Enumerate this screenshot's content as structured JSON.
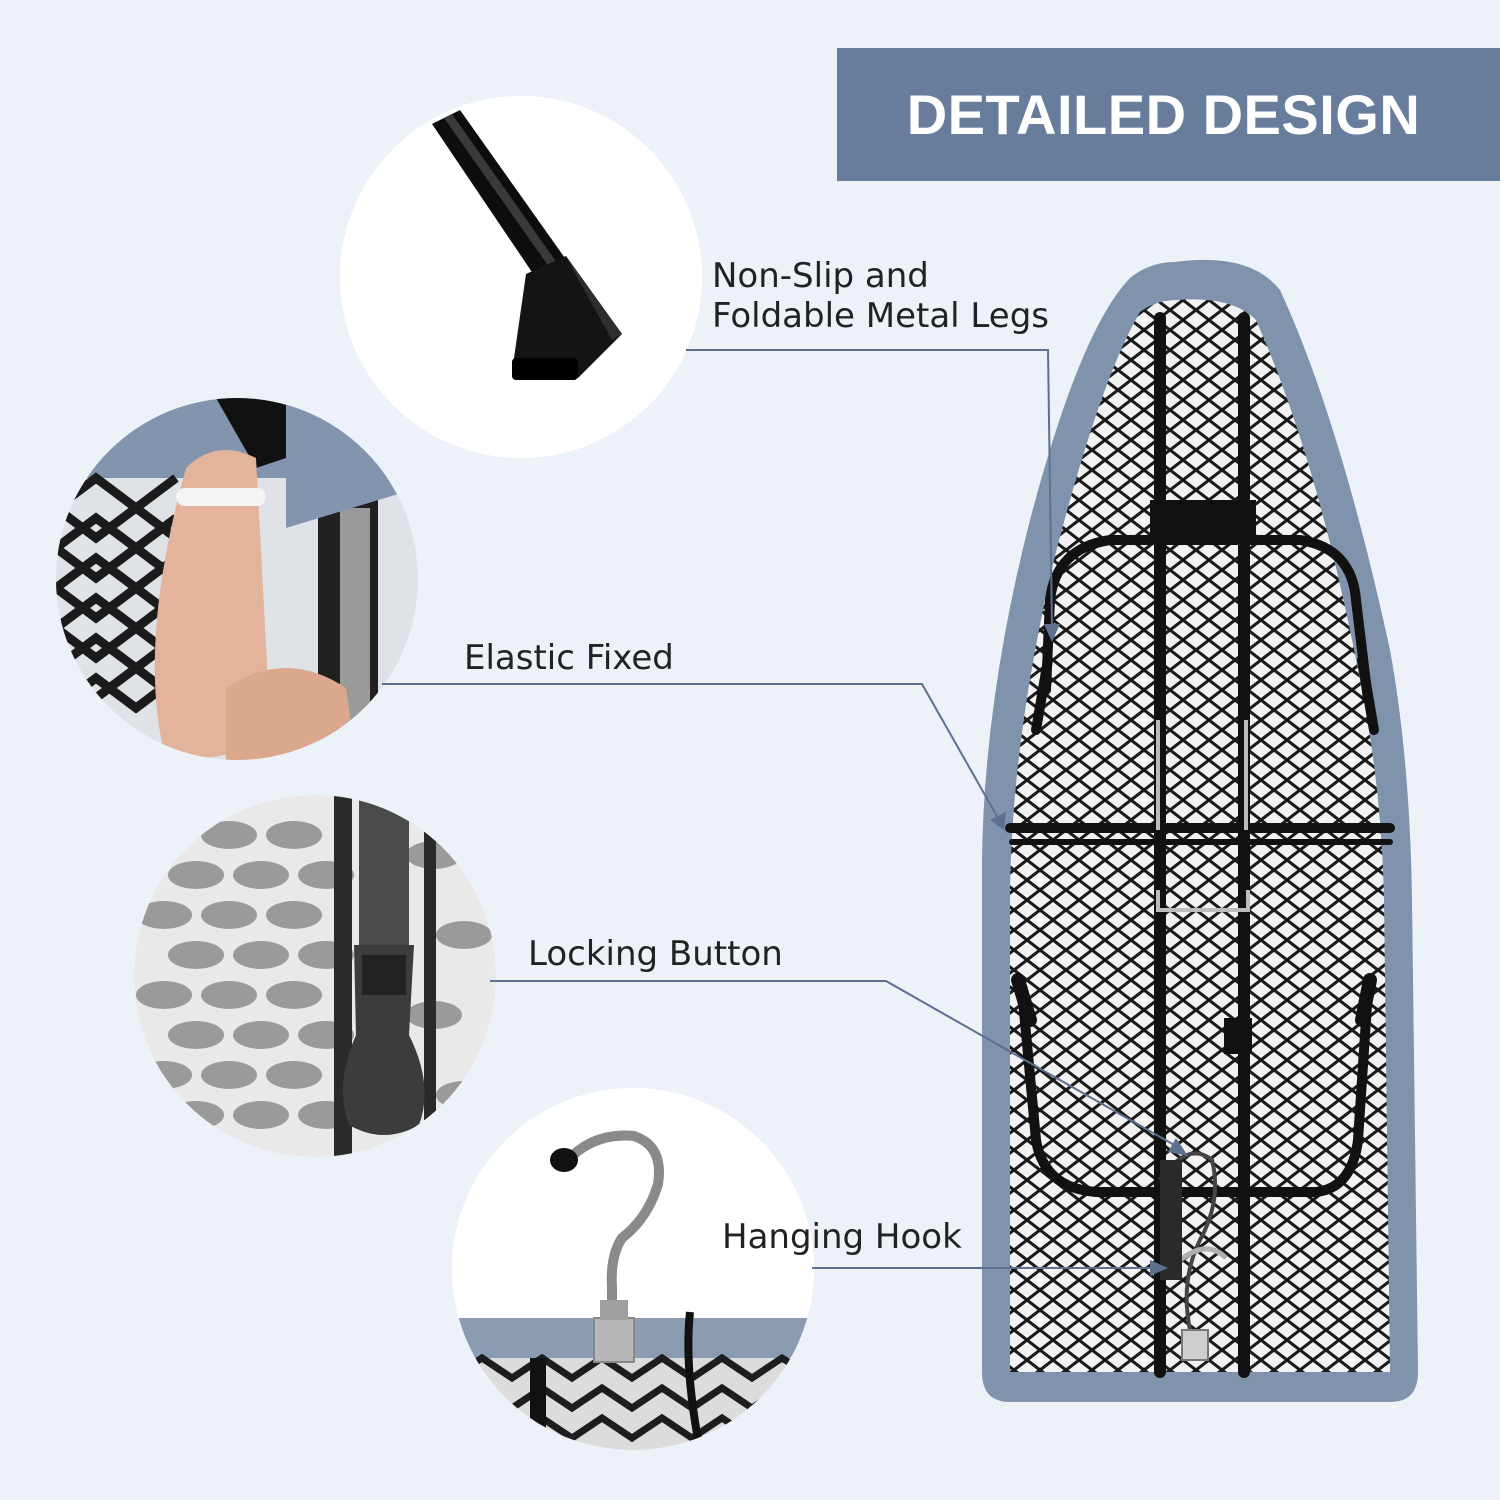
{
  "banner": {
    "title": "DETAILED DESIGN"
  },
  "callouts": {
    "legs_line1": "Non-Slip and",
    "legs_line2": "Foldable Metal Legs",
    "elastic": "Elastic Fixed",
    "locking": "Locking Button",
    "hook": "Hanging Hook"
  },
  "colors": {
    "background": "#edf1f8",
    "banner": "#687d9c",
    "board_cover": "#7f93ad",
    "frame": "#111111",
    "leader_line": "#5d7090"
  }
}
